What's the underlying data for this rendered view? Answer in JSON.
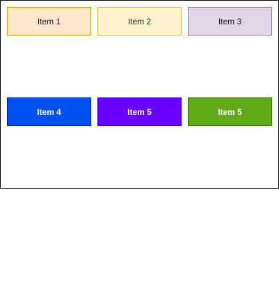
{
  "diagram": {
    "items": [
      {
        "label": "Item 1",
        "fill": "#ffe6cc",
        "stroke": "#d79b00"
      },
      {
        "label": "Item 2",
        "fill": "#fff2cc",
        "stroke": "#d6b656"
      },
      {
        "label": "Item 3",
        "fill": "#e1d5e7",
        "stroke": "#9673a6"
      },
      {
        "label": "Item 4",
        "fill": "#0050ef",
        "stroke": "#001dbc"
      },
      {
        "label": "Item 5",
        "fill": "#6a00ff",
        "stroke": "#3700cc"
      },
      {
        "label": "Item 5",
        "fill": "#60a917",
        "stroke": "#2d7600"
      }
    ]
  }
}
